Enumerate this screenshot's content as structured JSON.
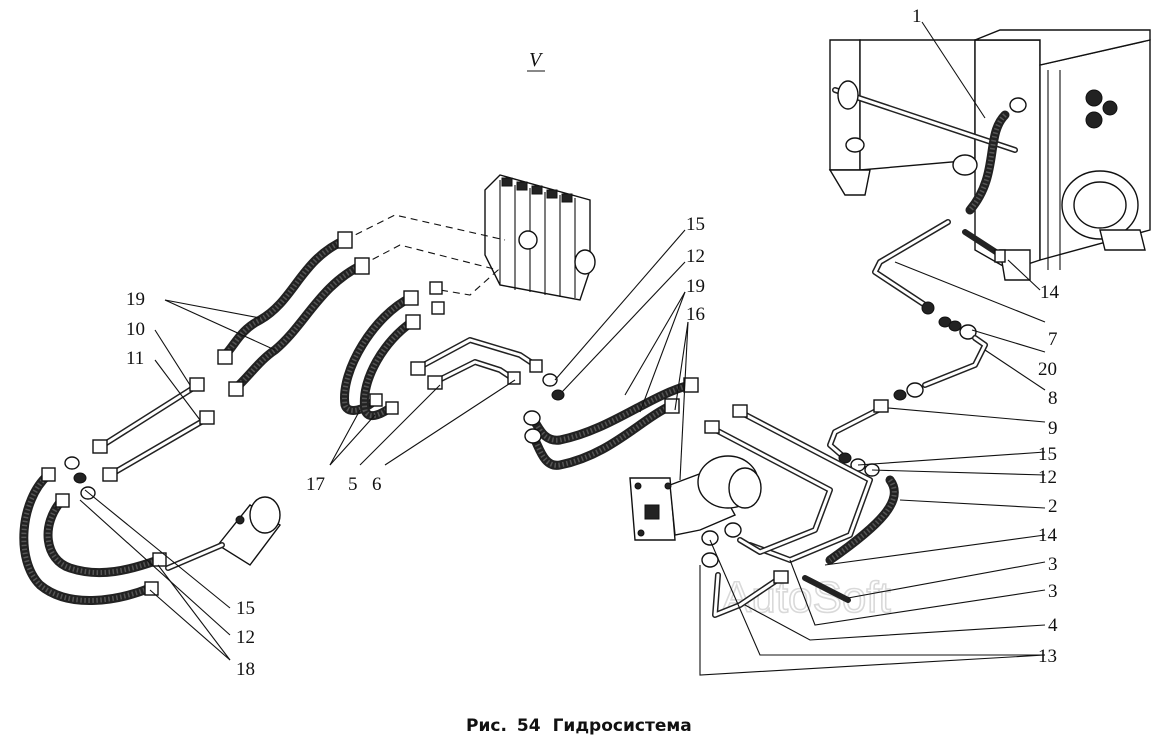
{
  "view_label": "V",
  "caption": {
    "prefix": "Рис.",
    "number": "54",
    "title": "Гидросистема"
  },
  "watermark": "AutoSoft",
  "labels": {
    "r1": "1",
    "r14a": "14",
    "r7": "7",
    "r20": "20",
    "r8": "8",
    "r9": "9",
    "r15a": "15",
    "r12a": "12",
    "r2": "2",
    "r14b": "14",
    "r3a": "3",
    "r3b": "3",
    "r4": "4",
    "r13": "13",
    "m15": "15",
    "m12": "12",
    "m19": "19",
    "m16": "16",
    "l19": "19",
    "l10": "10",
    "l11": "11",
    "b17": "17",
    "b5": "5",
    "b6": "6",
    "bl15": "15",
    "bl12": "12",
    "bl18": "18"
  }
}
